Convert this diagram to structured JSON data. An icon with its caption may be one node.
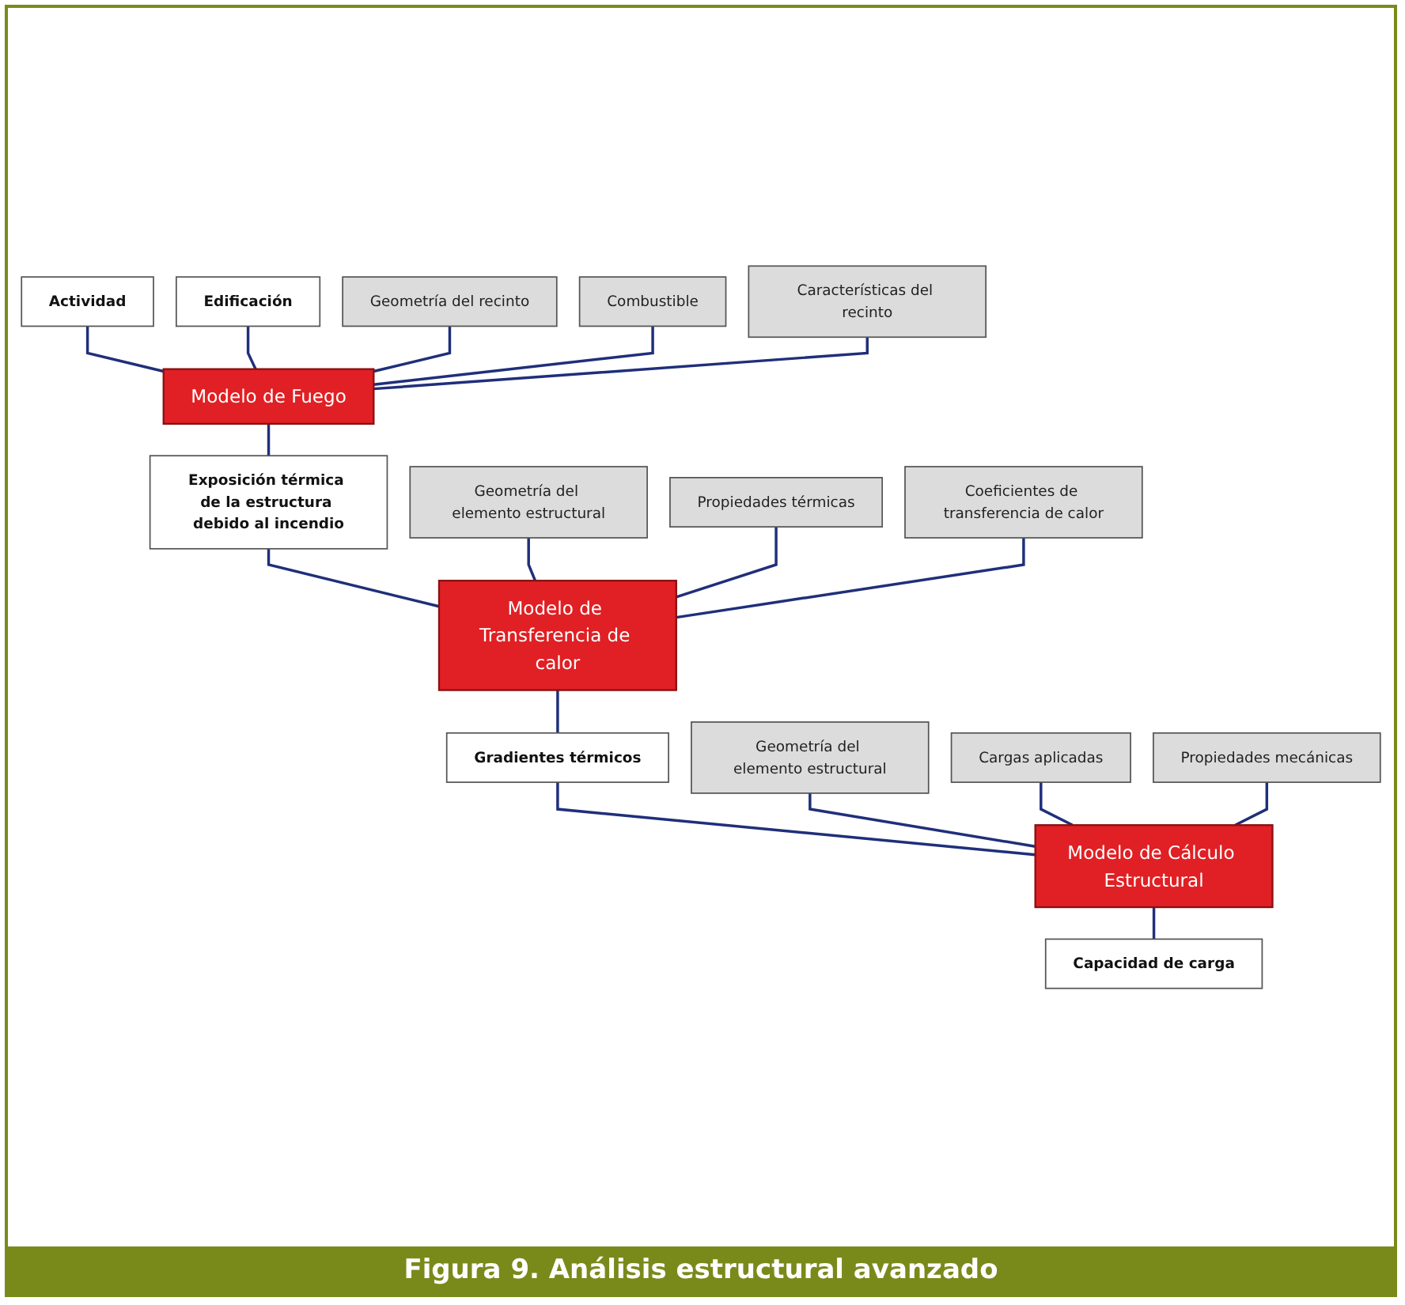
{
  "diagram": {
    "caption": "Figura 9. Análisis estructural avanzado",
    "nodes": [
      {
        "text": [
          "Actividad"
        ]
      },
      {
        "text": [
          "Edificación"
        ]
      },
      {
        "text": [
          "Geometría del recinto"
        ]
      },
      {
        "text": [
          "Combustible"
        ]
      },
      {
        "text": [
          "Características del recinto"
        ]
      },
      {
        "text": [
          "Modelo de Fuego"
        ]
      },
      {
        "text": [
          "Exposición térmica de la estructura debido al incendio"
        ]
      },
      {
        "text": [
          "Geometría del elemento estructural"
        ]
      },
      {
        "text": [
          "Propiedades térmicas"
        ]
      },
      {
        "text": [
          "Coeficientes de transferencia de calor"
        ]
      },
      {
        "text": [
          "Modelo de Transferencia de calor"
        ]
      },
      {
        "text": [
          "Gradientes térmicos"
        ]
      },
      {
        "text": [
          "Geometría del elemento estructural"
        ]
      },
      {
        "text": [
          "Cargas aplicadas"
        ]
      },
      {
        "text": [
          "Propiedades mecánicas"
        ]
      },
      {
        "text": [
          "Modelo de Cálculo Estructural"
        ]
      },
      {
        "text": [
          "Capacidad de carga"
        ]
      }
    ],
    "edges": [
      {
        "from": 0,
        "to": 5,
        "arrow": "none"
      },
      {
        "from": 1,
        "to": 5,
        "arrow": "none"
      },
      {
        "from": 2,
        "to": 5,
        "arrow": "none"
      },
      {
        "from": 3,
        "to": 5,
        "arrow": "none"
      },
      {
        "from": 4,
        "to": 5,
        "arrow": "none"
      },
      {
        "from": 5,
        "to": 6,
        "arrow": "none"
      },
      {
        "from": 6,
        "to": 10,
        "arrow": "none"
      },
      {
        "from": 7,
        "to": 10,
        "arrow": "none"
      },
      {
        "from": 8,
        "to": 10,
        "arrow": "none"
      },
      {
        "from": 9,
        "to": 10,
        "arrow": "none"
      },
      {
        "from": 10,
        "to": 11,
        "arrow": "none"
      },
      {
        "from": 11,
        "to": 15,
        "arrow": "none"
      },
      {
        "from": 12,
        "to": 15,
        "arrow": "none"
      },
      {
        "from": 13,
        "to": 15,
        "arrow": "none"
      },
      {
        "from": 14,
        "to": 15,
        "arrow": "none"
      },
      {
        "from": 15,
        "to": 16,
        "arrow": "none"
      }
    ]
  }
}
